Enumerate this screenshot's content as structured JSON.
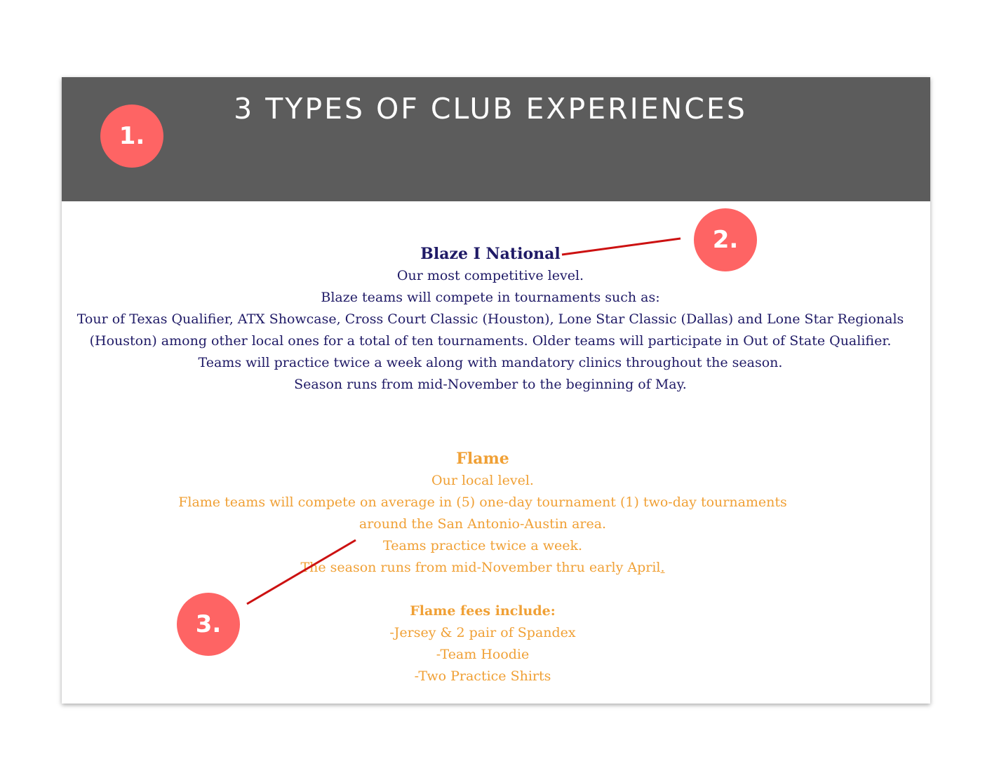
{
  "header": {
    "title": "3 TYPES OF CLUB EXPERIENCES"
  },
  "markers": {
    "one": "1.",
    "two": "2.",
    "three": "3."
  },
  "blaze": {
    "title": "Blaze I National",
    "lines": [
      "Our most competitive level.",
      "Blaze teams will compete in tournaments such as:",
      "Tour of Texas Qualifier, ATX Showcase, Cross Court Classic (Houston), Lone Star Classic (Dallas) and Lone Star Regionals",
      "(Houston) among other local ones for a total of ten tournaments. Older teams will participate in Out of State Qualifier.",
      "Teams will practice twice a week along with mandatory clinics throughout the season.",
      "Season runs from mid-November to the beginning of May."
    ]
  },
  "flame": {
    "title": "Flame",
    "lines": [
      "Our local level.",
      "Flame teams will compete on average in (5) one-day tournament (1) two-day tournaments",
      "around the San Antonio-Austin area.",
      "Teams practice twice a week.",
      "The season runs from mid-November thru early April"
    ],
    "last_line_suffix": ".",
    "fees_heading": "Flame fees include:",
    "fees": [
      "-Jersey & 2 pair of Spandex",
      "-Team Hoodie",
      "-Two Practice Shirts"
    ]
  },
  "colors": {
    "header_bg": "#5c5c5c",
    "blaze_text": "#1f1a66",
    "flame_text": "#f0a035",
    "badge": "#fe6464",
    "connector": "#cc1111"
  }
}
